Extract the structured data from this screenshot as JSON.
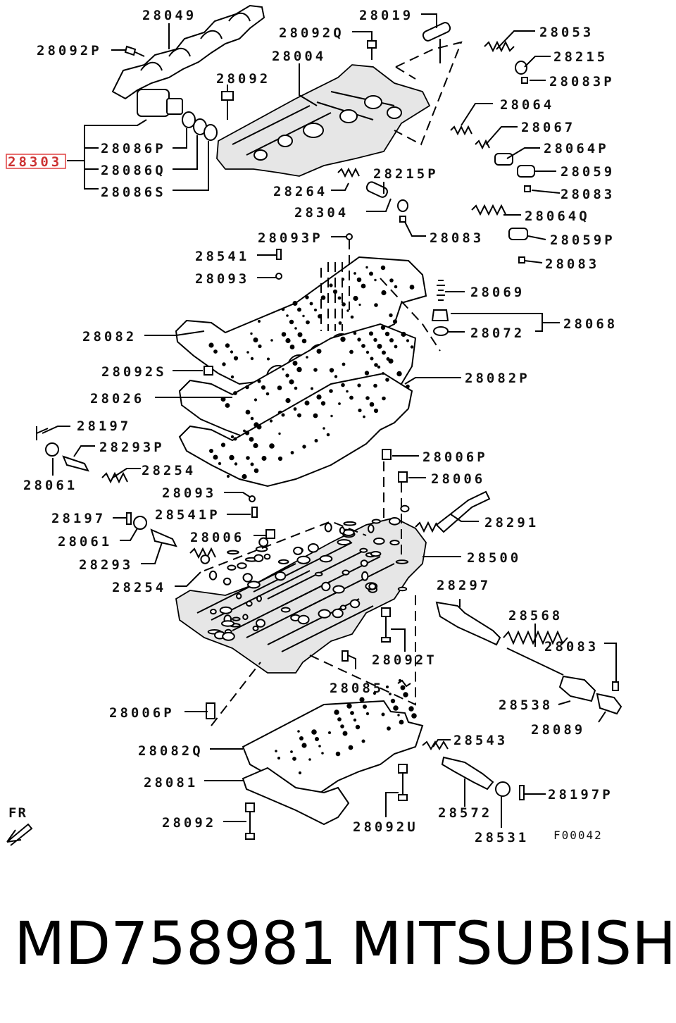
{
  "diagram": {
    "figure_code": "F00042",
    "direction_label": "FR",
    "highlighted_callout": "28303",
    "labels": {
      "l28049": "28049",
      "l28092P": "28092P",
      "l28019": "28019",
      "l28092Q": "28092Q",
      "l28053": "28053",
      "l28004": "28004",
      "l28215": "28215",
      "l28083P": "28083P",
      "l28092": "28092",
      "l28064": "28064",
      "l28067": "28067",
      "l28086P": "28086P",
      "l28064P": "28064P",
      "l28086Q": "28086Q",
      "l28059": "28059",
      "l28086S": "28086S",
      "l28215P": "28215P",
      "l28264": "28264",
      "l28083a": "28083",
      "l28304": "28304",
      "l28064Q": "28064Q",
      "l28083b": "28083",
      "l28059P": "28059P",
      "l28093P": "28093P",
      "l28541": "28541",
      "l28083c": "28083",
      "l28093a": "28093",
      "l28069": "28069",
      "l28082": "28082",
      "l28068": "28068",
      "l28072": "28072",
      "l28092S": "28092S",
      "l28082P": "28082P",
      "l28026": "28026",
      "l28197a": "28197",
      "l28293P": "28293P",
      "l28006P": "28006P",
      "l28254a": "28254",
      "l28006a": "28006",
      "l28061a": "28061",
      "l28093b": "28093",
      "l28541P": "28541P",
      "l28291": "28291",
      "l28197b": "28197",
      "l28006b": "28006",
      "l28061b": "28061",
      "l28500": "28500",
      "l28293": "28293",
      "l28254b": "28254",
      "l28297": "28297",
      "l28568": "28568",
      "l28083d": "28083",
      "l28092T": "28092T",
      "l28085": "28085",
      "l28538": "28538",
      "l28006P2": "28006P",
      "l28089": "28089",
      "l28543": "28543",
      "l28082Q": "28082Q",
      "l28081": "28081",
      "l28197P": "28197P",
      "l28092b": "28092",
      "l28572": "28572",
      "l28092U": "28092U",
      "l28531": "28531"
    }
  },
  "footer": {
    "part_number": "MD758981",
    "brand": "MITSUBISHI"
  },
  "colors": {
    "highlight_box": "#e04040",
    "ink": "#000000",
    "background": "#ffffff"
  }
}
